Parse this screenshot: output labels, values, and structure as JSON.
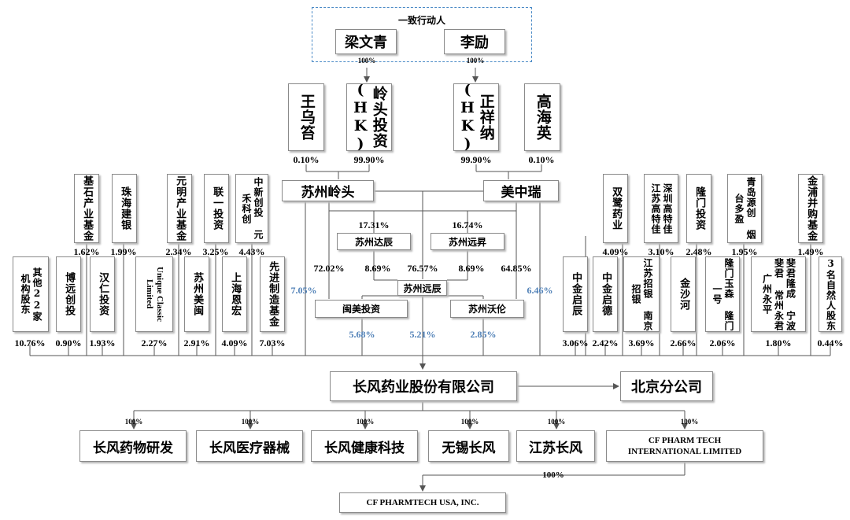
{
  "concert_group": {
    "label": "一致行动人",
    "members": [
      "梁文青",
      "李励"
    ]
  },
  "founders": [
    {
      "name": "梁文青",
      "pct": "100%"
    },
    {
      "name": "李励",
      "pct": "100%"
    }
  ],
  "level2": [
    {
      "name": "王乌笞",
      "pct": "0.10%"
    },
    {
      "name": "岭头投资(HK)",
      "pct": "99.90%"
    },
    {
      "name": "正祥纳(HK)",
      "pct": "99.90%"
    },
    {
      "name": "高海英",
      "pct": "0.10%"
    }
  ],
  "holdcos": {
    "left": "苏州岭头",
    "right": "美中瑞"
  },
  "platforms": [
    {
      "name": "苏州达辰",
      "pct_from_parent": "17.31%",
      "pct_to_yuanchen": "8.69%"
    },
    {
      "name": "苏州远昇",
      "pct_from_parent": "16.74%",
      "pct_to_yuanchen": "8.69%"
    }
  ],
  "yuanchen": {
    "name": "苏州远辰",
    "from_lingtou": "72.02%",
    "from_center": "76.57%",
    "from_meizhongrui": "64.85%"
  },
  "lower_platforms": [
    {
      "name": "闽美投资",
      "pct": "5.68%"
    },
    {
      "name": "苏州沃伦",
      "pct": "2.85%"
    }
  ],
  "direct_pcts": {
    "lingtou": "7.05%",
    "yuanchen": "5.21%",
    "meizhongrui": "6.46%"
  },
  "upper_left_holders": [
    {
      "name": "基石产业基金",
      "pct": "1.62%"
    },
    {
      "name": "珠海建银",
      "pct": "1.99%"
    },
    {
      "name": "元明产业基金",
      "pct": "2.34%"
    },
    {
      "name": "联一投资",
      "pct": "3.25%"
    },
    {
      "name": "中新创投 元禾科创",
      "pct": "4.43%"
    }
  ],
  "lower_left_holders": [
    {
      "name": "其他22家 机构股东",
      "pct": "10.76%"
    },
    {
      "name": "博远创投",
      "pct": "0.90%"
    },
    {
      "name": "汉仁投资",
      "pct": "1.93%"
    },
    {
      "name": "Unique Classic Limited",
      "pct": "2.27%"
    },
    {
      "name": "苏州美闽",
      "pct": "2.91%"
    },
    {
      "name": "上海恩宏",
      "pct": "4.09%"
    },
    {
      "name": "先进制造基金",
      "pct": "7.03%"
    }
  ],
  "upper_right_holders": [
    {
      "name": "双鹭药业",
      "pct": "4.09%"
    },
    {
      "name": "深圳高特佳 江苏高特佳",
      "pct": "3.10%"
    },
    {
      "name": "隆门投资",
      "pct": "2.48%"
    },
    {
      "name": "青岛源创 烟台多盈",
      "pct": "1.95%"
    },
    {
      "name": "金浦并购基金",
      "pct": "1.49%"
    }
  ],
  "lower_right_holders": [
    {
      "name": "中金启辰",
      "pct": "3.06%"
    },
    {
      "name": "中金启德",
      "pct": "2.42%"
    },
    {
      "name": "江苏招银 南京招银",
      "pct": "3.69%"
    },
    {
      "name": "金沙河",
      "pct": "2.66%"
    },
    {
      "name": "隆门玉森 隆门一号",
      "pct": "2.06%"
    },
    {
      "name": "斐君隆成 宁波斐君 常州永君 广州永平",
      "pct": "1.80%"
    },
    {
      "name": "3名自然人股东",
      "pct": "0.44%"
    }
  ],
  "company": {
    "name": "长风药业股份有限公司",
    "branch": "北京分公司"
  },
  "subsidiaries": [
    {
      "name": "长风药物研发",
      "pct": "100%"
    },
    {
      "name": "长风医疗器械",
      "pct": "100%"
    },
    {
      "name": "长风健康科技",
      "pct": "100%"
    },
    {
      "name": "无锡长风",
      "pct": "100%"
    },
    {
      "name": "江苏长风",
      "pct": "100%"
    },
    {
      "name": "CF PHARM TECH INTERNATIONAL LIMITED",
      "pct": "100%"
    }
  ],
  "grandchild": {
    "name": "CF PHARMTECH USA, INC.",
    "pct": "100%"
  },
  "colors": {
    "line": "#555555",
    "dashed_border": "#4a8ac6",
    "blue_pct": "#4e7fb6",
    "box_border": "#8a8a8a"
  }
}
